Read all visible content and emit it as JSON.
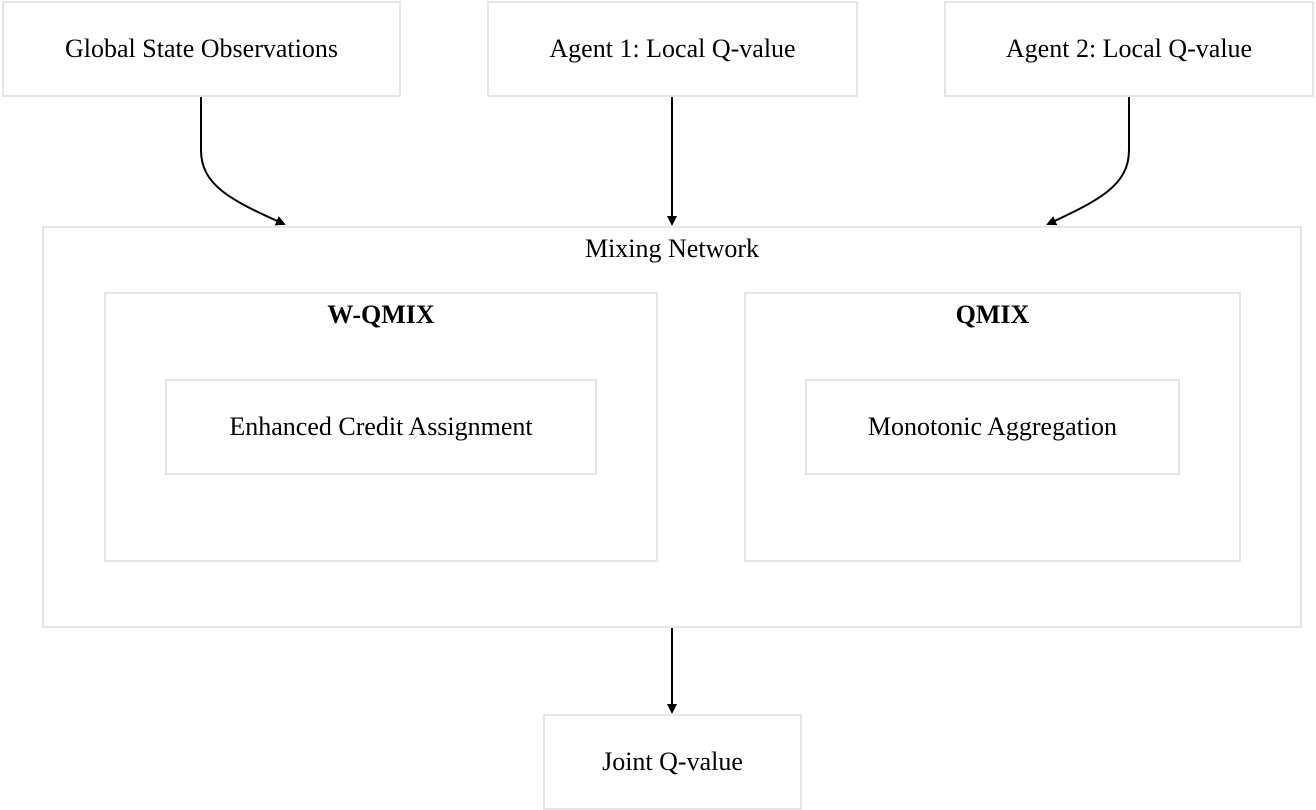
{
  "nodes": {
    "global_state": "Global State Observations",
    "agent1": "Agent 1: Local Q-value",
    "agent2": "Agent 2: Local Q-value",
    "credit": "Enhanced Credit Assignment",
    "monotonic": "Monotonic Aggregation",
    "joint": "Joint Q-value"
  },
  "clusters": {
    "mixing": "Mixing Network",
    "wqmix": "W-QMIX",
    "qmix": "QMIX"
  },
  "edges": [
    {
      "from": "Global State Observations",
      "to": "Mixing Network"
    },
    {
      "from": "Agent 1: Local Q-value",
      "to": "Mixing Network"
    },
    {
      "from": "Agent 2: Local Q-value",
      "to": "Mixing Network"
    },
    {
      "from": "Mixing Network",
      "to": "Joint Q-value"
    }
  ],
  "colors": {
    "border": "#e6e6e6",
    "edge": "#000000",
    "background": "#ffffff"
  }
}
